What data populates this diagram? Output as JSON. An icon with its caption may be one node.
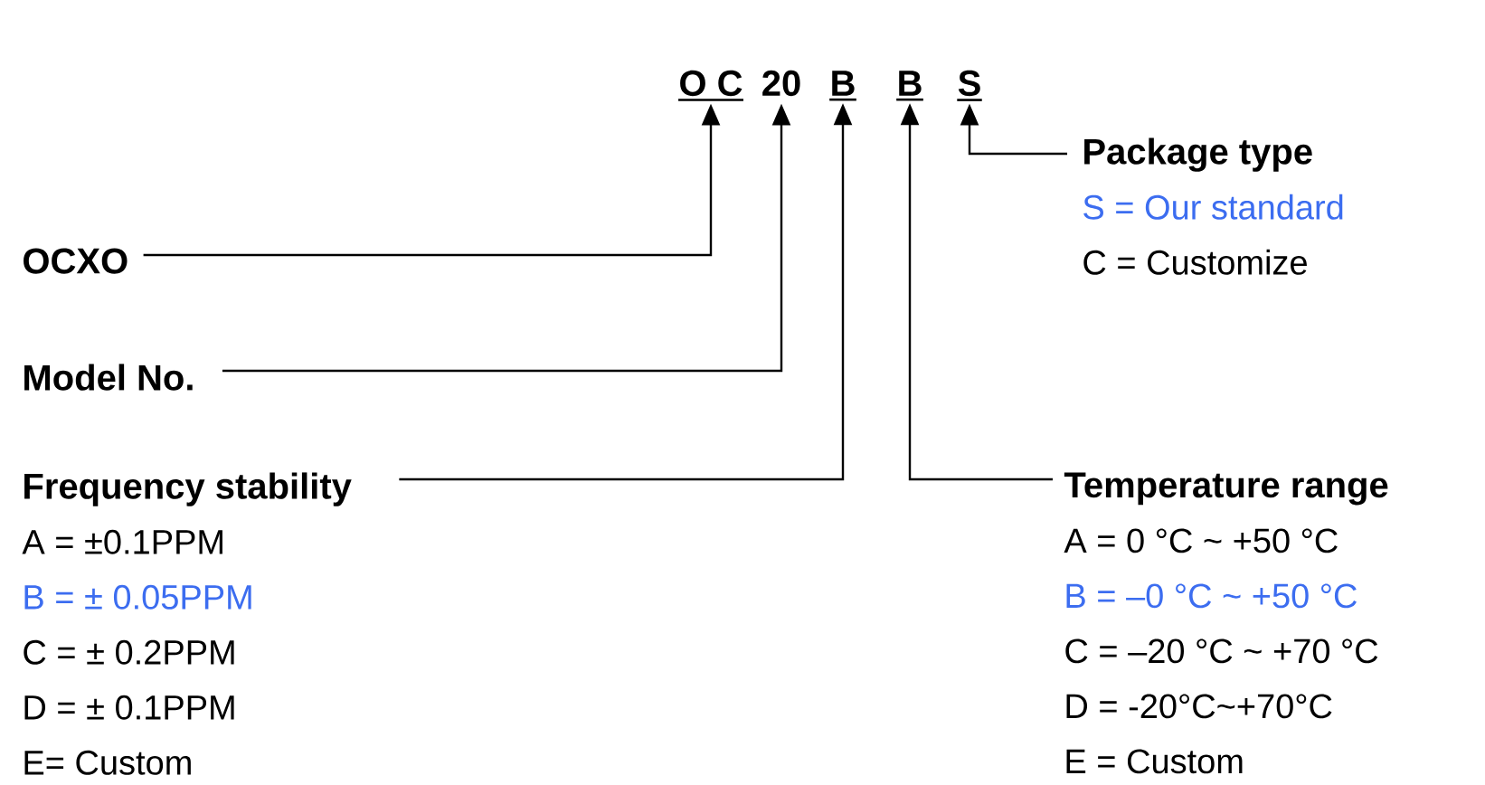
{
  "diagram": {
    "nodes": [
      {
        "text": [
          "O C"
        ]
      },
      {
        "text": [
          "20"
        ]
      },
      {
        "text": [
          "B"
        ]
      },
      {
        "text": [
          "B"
        ]
      },
      {
        "text": [
          "S"
        ]
      },
      {
        "text": [
          "OCXO"
        ]
      },
      {
        "text": [
          "Model No."
        ]
      },
      {
        "text": [
          "Frequency stability",
          "A = ±0.1PPM",
          "B = ± 0.05PPM",
          "C = ± 0.2PPM",
          "D = ±  0.1PPM",
          "E= Custom"
        ]
      },
      {
        "text": [
          "Temperature range",
          "A =   0 °C ~ +50 °C",
          "B =  –0 °C ~ +50 °C",
          "C = –20 °C ~ +70 °C",
          "D = -20°C~+70°C",
          "E = Custom"
        ]
      },
      {
        "text": [
          "Package type",
          "S = Our standard",
          "C = Customize"
        ]
      }
    ],
    "edges": [
      {
        "from": 5,
        "to": 0,
        "arrow": "to"
      },
      {
        "from": 6,
        "to": 1,
        "arrow": "to"
      },
      {
        "from": 7,
        "to": 2,
        "arrow": "to"
      },
      {
        "from": 8,
        "to": 3,
        "arrow": "to"
      },
      {
        "from": 9,
        "to": 4,
        "arrow": "to"
      }
    ]
  }
}
